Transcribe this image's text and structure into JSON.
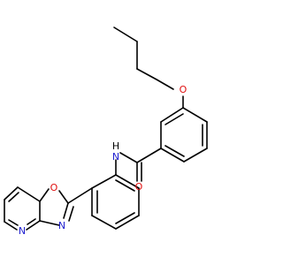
{
  "colors": {
    "bond": "#000000",
    "carbon": "#000000",
    "nitrogen": "#1f1fcf",
    "oxygen": "#e01010",
    "hydrogen": "#000000"
  },
  "labels": {
    "ether_oxygen": "O",
    "carbonyl_oxygen": "O",
    "oxazole_oxygen": "O",
    "amide_n": "N",
    "amide_h": "H",
    "oxazole_n": "N",
    "pyridine_n": "N"
  }
}
